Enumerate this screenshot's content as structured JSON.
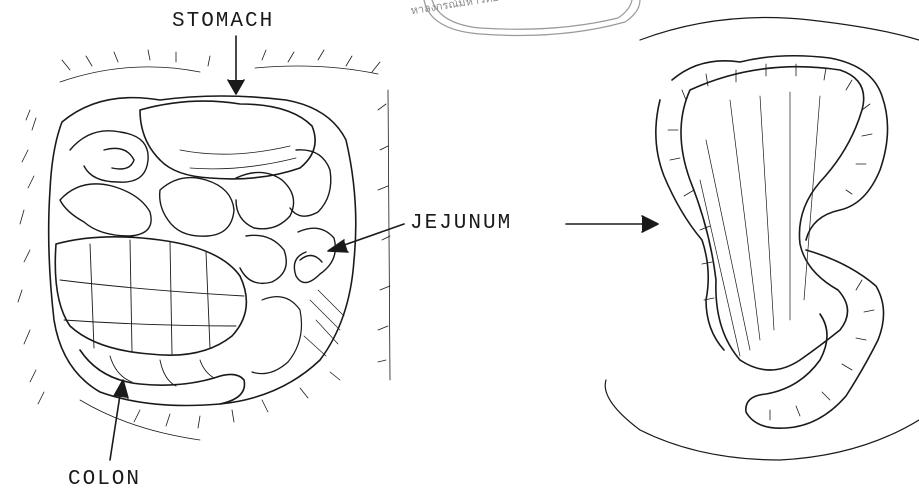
{
  "figure": {
    "labels": {
      "stomach": "STOMACH",
      "jejunum": "JEJUNUM",
      "colon": "COLON"
    },
    "watermark_text": "หาลงกรณ์มหาวิทยา",
    "colors": {
      "ink": "#1a1a1a",
      "paper": "#ffffff",
      "watermark": "#8a8a8a"
    }
  }
}
